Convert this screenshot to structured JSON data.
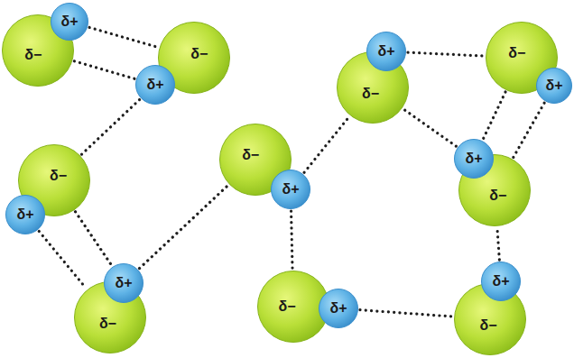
{
  "diagram": {
    "nodes": [
      {
        "text": [
          "δ+"
        ]
      },
      {
        "text": [
          "δ−"
        ]
      },
      {
        "text": [
          "δ−"
        ]
      },
      {
        "text": [
          "δ+"
        ]
      },
      {
        "text": [
          "δ−"
        ]
      },
      {
        "text": [
          "δ+"
        ]
      },
      {
        "text": [
          "δ+"
        ]
      },
      {
        "text": [
          "δ−"
        ]
      },
      {
        "text": [
          "δ−"
        ]
      },
      {
        "text": [
          "δ+"
        ]
      },
      {
        "text": [
          "δ+"
        ]
      },
      {
        "text": [
          "δ−"
        ]
      },
      {
        "text": [
          "δ−"
        ]
      },
      {
        "text": [
          "δ+"
        ]
      },
      {
        "text": [
          "δ+"
        ]
      },
      {
        "text": [
          "δ−"
        ]
      },
      {
        "text": [
          "δ−"
        ]
      },
      {
        "text": [
          "δ+"
        ]
      },
      {
        "text": [
          "δ+"
        ]
      },
      {
        "text": [
          "δ−"
        ]
      }
    ],
    "edges": [
      {
        "from": 0,
        "to": 2,
        "arrow": "none"
      },
      {
        "from": 1,
        "to": 3,
        "arrow": "none"
      },
      {
        "from": 3,
        "to": 4,
        "arrow": "none"
      },
      {
        "from": 5,
        "to": 7,
        "arrow": "none"
      },
      {
        "from": 4,
        "to": 6,
        "arrow": "none"
      },
      {
        "from": 6,
        "to": 8,
        "arrow": "none"
      },
      {
        "from": 9,
        "to": 11,
        "arrow": "none"
      },
      {
        "from": 9,
        "to": 16,
        "arrow": "none"
      },
      {
        "from": 17,
        "to": 19,
        "arrow": "none"
      },
      {
        "from": 18,
        "to": 15,
        "arrow": "none"
      },
      {
        "from": 14,
        "to": 11,
        "arrow": "none"
      },
      {
        "from": 10,
        "to": 12,
        "arrow": "none"
      },
      {
        "from": 12,
        "to": 14,
        "arrow": "none"
      },
      {
        "from": 13,
        "to": 15,
        "arrow": "none"
      }
    ]
  }
}
